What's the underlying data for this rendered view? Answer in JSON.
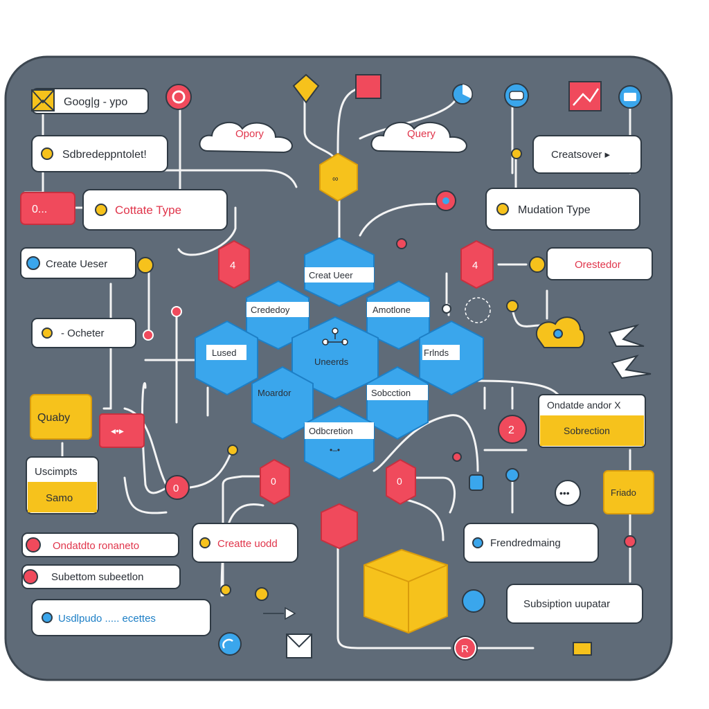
{
  "colors": {
    "board": "#5f6b78",
    "board_edge": "#3c4650",
    "card": "#ffffff",
    "card_border": "#2f3a44",
    "line": "#f4f4f4",
    "hex_blue": "#3aa6ec",
    "hex_blue_dark": "#1d7fc6",
    "red": "#f04a5c",
    "red_dark": "#c7303f",
    "yellow": "#f6c21c",
    "yellow_dark": "#d99c0c",
    "label_red": "#e0354b",
    "label_dark": "#2a2f36"
  },
  "left_cards": [
    {
      "name": "card-google-type",
      "text": "Goog|g - ypo",
      "icon": "envelope-icon"
    },
    {
      "name": "card-subscription-label",
      "text": "Sdbredeppntolet!"
    },
    {
      "name": "card-create-type",
      "text": "Cottate Type"
    },
    {
      "name": "card-create-user-left",
      "text": "Create Ueser"
    },
    {
      "name": "card-cheter",
      "text": "- Ocheter"
    },
    {
      "name": "card-ondatio",
      "text": "Ondatdto ronaneto"
    },
    {
      "name": "card-subsettion",
      "text": "Subettom subeetlon"
    },
    {
      "name": "card-usekippudo",
      "text": "Usdlpudo ..... ecettes"
    }
  ],
  "left_tags": {
    "red_tag": "0...",
    "query_yellow": "Quaby",
    "usekipts": "Uscimpts",
    "same": "Samo"
  },
  "clouds": [
    "Opory",
    "Query"
  ],
  "hexes": [
    {
      "name": "hex-create-user",
      "text": "Creat Ueer"
    },
    {
      "name": "hex-createddoy",
      "text": "Crededoy"
    },
    {
      "name": "hex-annotations",
      "text": "Amotlone"
    },
    {
      "name": "hex-lused",
      "text": "Lused"
    },
    {
      "name": "hex-useards",
      "text": "Uneerds"
    },
    {
      "name": "hex-friends",
      "text": "Frlnds"
    },
    {
      "name": "hex-moarder",
      "text": "Moardor"
    },
    {
      "name": "hex-subcction",
      "text": "Sobcction"
    },
    {
      "name": "hex-odbnection",
      "text": "Odbcretion"
    }
  ],
  "right_cards": [
    {
      "name": "card-createovar",
      "text": "Creatsover  ▸"
    },
    {
      "name": "card-mutation-type",
      "text": "Mudation Type"
    },
    {
      "name": "card-orestedor",
      "text": "Orestedor"
    },
    {
      "name": "card-ondatdor",
      "text": "Ondatde andor  X",
      "sub": "Sobrection"
    },
    {
      "name": "card-friends-yellow",
      "text": "Friado"
    },
    {
      "name": "card-friendmating",
      "text": "Frendredmaing"
    },
    {
      "name": "card-subscription-update",
      "text": "Subsiption uupatar"
    }
  ],
  "bottom_center": {
    "create_uodd": "Creatte uodd"
  },
  "badges": {
    "hex_red_left": "4",
    "hex_red_right": "4",
    "red_small_left": "0",
    "red_small_right": "0",
    "red_circle_mid": "0",
    "red_circle_2": "2",
    "r_circle": "R"
  }
}
